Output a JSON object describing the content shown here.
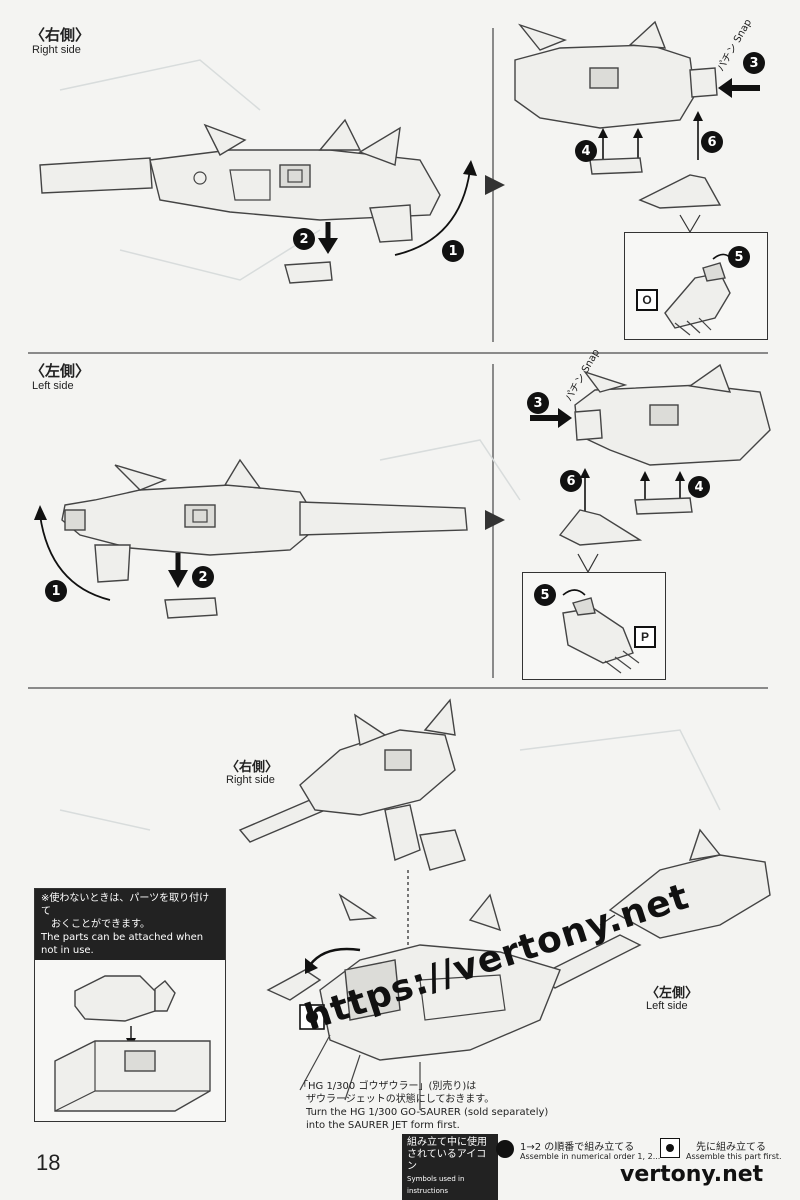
{
  "sections": {
    "right_side": {
      "label_jp": "〈右側〉",
      "label_en": "Right side"
    },
    "left_side": {
      "label_jp": "〈左側〉",
      "label_en": "Left side"
    },
    "final_right": {
      "label_jp": "〈右側〉",
      "label_en": "Right side"
    },
    "final_left": {
      "label_jp": "〈左側〉",
      "label_en": "Left side"
    }
  },
  "steps": {
    "s1": "1",
    "s2": "2",
    "s3": "3",
    "s4": "4",
    "s5": "5",
    "s6": "6"
  },
  "snap": {
    "jp": "パチン",
    "en": "Snap"
  },
  "part_letters": {
    "right": "O",
    "left": "P"
  },
  "storage_note": {
    "jp_line1": "※使わないときは、パーツを取り付けて",
    "jp_line2": "おくことができます。",
    "en": "The parts can be attached when not in use."
  },
  "footnote": {
    "jp_line1": "「HG 1/300 ゴウザウラー」(別売り)は",
    "jp_line2": "ザウラージェットの状態にしておきます。",
    "en_line1": "Turn the HG 1/300 GO-SAURER (sold separately)",
    "en_line2": "into the SAURER JET form first."
  },
  "page_number": "18",
  "legend": {
    "head_jp_line1": "組み立て中に使用",
    "head_jp_line2": "されているアイコン",
    "head_en": "Symbols used in instructions",
    "numeric_jp": "1→2 の順番で組み立てる",
    "numeric_en": "Assemble in numerical order 1, 2...",
    "first_jp": "先に組み立てる",
    "first_en": "Assemble this part first."
  },
  "watermark": {
    "diagonal": "https://vertony.net",
    "corner": "vertony.net"
  }
}
